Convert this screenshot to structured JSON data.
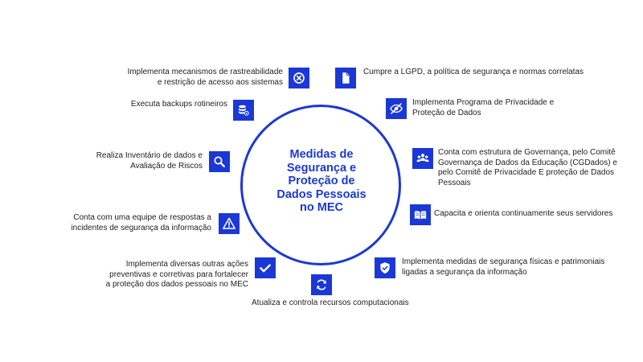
{
  "center": {
    "line1": "Medidas de",
    "line2": "Segurança e",
    "line3": "Proteção de",
    "line4": "Dados Pessoais",
    "line5": "no MEC"
  },
  "colors": {
    "accent": "#1b38d6",
    "text": "#222222"
  },
  "items": [
    {
      "icon": "x-circle-icon",
      "lines": [
        "Implementa mecanismos de rastreabilidade",
        "e restrição de acesso aos sistemas"
      ]
    },
    {
      "icon": "document-icon",
      "lines": [
        "Cumpre a LGPD, a política de segurança e normas correlatas"
      ]
    },
    {
      "icon": "database-settings-icon",
      "lines": [
        "Executa backups rotineiros"
      ]
    },
    {
      "icon": "eye-slash-icon",
      "lines": [
        "Implementa Programa de Privacidade e",
        "Proteção de Dados"
      ]
    },
    {
      "icon": "search-icon",
      "lines": [
        "Realiza Inventário de dados e",
        "Avaliação de Riscos"
      ]
    },
    {
      "icon": "users-icon",
      "lines": [
        "Conta com estrutura de Governança, pelo Comitê",
        "Governança de Dados da Educação (CGDados) e",
        "pelo Comitê de Privacidade E proteção de Dados",
        "Pessoais"
      ]
    },
    {
      "icon": "book-icon",
      "lines": [
        "Capacita e orienta continuamente seus servidores"
      ]
    },
    {
      "icon": "warning-icon",
      "lines": [
        "Conta com uma equipe de respostas a",
        "incidentes de segurança da informação"
      ]
    },
    {
      "icon": "shield-check-icon",
      "lines": [
        "Implementa medidas de segurança físicas e patrimoniais",
        "ligadas a segurança da informação"
      ]
    },
    {
      "icon": "checkmark-icon",
      "lines": [
        "Implementa diversas outras ações",
        "preventivas e corretivas para fortalecer",
        "a proteção dos dados pessoais no MEC"
      ]
    },
    {
      "icon": "refresh-icon",
      "lines": [
        "Atualiza e controla recursos computacionais"
      ]
    }
  ]
}
